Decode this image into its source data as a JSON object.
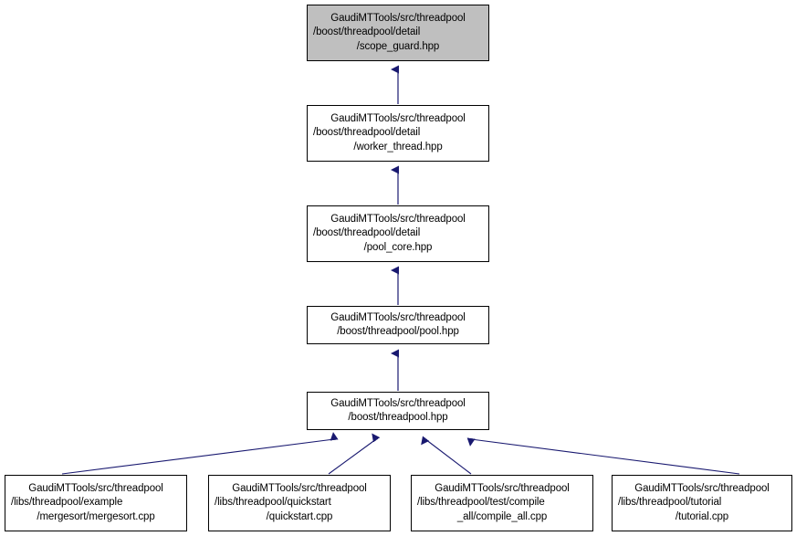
{
  "graph": {
    "type": "include-dependency-graph",
    "direction": "bottom-to-top",
    "background_color": "#ffffff",
    "edge_color": "#191970",
    "node_border_color": "#000000",
    "node_fill_color": "#ffffff",
    "root_node_fill_color": "#bfbfbf",
    "nodes": [
      {
        "id": "scope_guard",
        "is_root": true,
        "lines": [
          "GaudiMTTools/src/threadpool",
          "/boost/threadpool/detail",
          "/scope_guard.hpp"
        ],
        "full_path": "GaudiMTTools/src/threadpool/boost/threadpool/detail/scope_guard.hpp"
      },
      {
        "id": "worker_thread",
        "is_root": false,
        "lines": [
          "GaudiMTTools/src/threadpool",
          "/boost/threadpool/detail",
          "/worker_thread.hpp"
        ],
        "full_path": "GaudiMTTools/src/threadpool/boost/threadpool/detail/worker_thread.hpp"
      },
      {
        "id": "pool_core",
        "is_root": false,
        "lines": [
          "GaudiMTTools/src/threadpool",
          "/boost/threadpool/detail",
          "/pool_core.hpp"
        ],
        "full_path": "GaudiMTTools/src/threadpool/boost/threadpool/detail/pool_core.hpp"
      },
      {
        "id": "pool_hpp",
        "is_root": false,
        "lines": [
          "GaudiMTTools/src/threadpool",
          "/boost/threadpool/pool.hpp"
        ],
        "full_path": "GaudiMTTools/src/threadpool/boost/threadpool/pool.hpp"
      },
      {
        "id": "threadpool_hpp",
        "is_root": false,
        "lines": [
          "GaudiMTTools/src/threadpool",
          "/boost/threadpool.hpp"
        ],
        "full_path": "GaudiMTTools/src/threadpool/boost/threadpool.hpp"
      },
      {
        "id": "mergesort_cpp",
        "is_root": false,
        "lines": [
          "GaudiMTTools/src/threadpool",
          "/libs/threadpool/example",
          "/mergesort/mergesort.cpp"
        ],
        "full_path": "GaudiMTTools/src/threadpool/libs/threadpool/example/mergesort/mergesort.cpp"
      },
      {
        "id": "quickstart_cpp",
        "is_root": false,
        "lines": [
          "GaudiMTTools/src/threadpool",
          "/libs/threadpool/quickstart",
          "/quickstart.cpp"
        ],
        "full_path": "GaudiMTTools/src/threadpool/libs/threadpool/quickstart/quickstart.cpp"
      },
      {
        "id": "compile_all_cpp",
        "is_root": false,
        "lines": [
          "GaudiMTTools/src/threadpool",
          "/libs/threadpool/test/compile",
          "_all/compile_all.cpp"
        ],
        "full_path": "GaudiMTTools/src/threadpool/libs/threadpool/test/compile_all/compile_all.cpp"
      },
      {
        "id": "tutorial_cpp",
        "is_root": false,
        "lines": [
          "GaudiMTTools/src/threadpool",
          "/libs/threadpool/tutorial",
          "/tutorial.cpp"
        ],
        "full_path": "GaudiMTTools/src/threadpool/libs/threadpool/tutorial/tutorial.cpp"
      }
    ],
    "edges": [
      {
        "from": "worker_thread",
        "to": "scope_guard"
      },
      {
        "from": "pool_core",
        "to": "worker_thread"
      },
      {
        "from": "pool_hpp",
        "to": "pool_core"
      },
      {
        "from": "threadpool_hpp",
        "to": "pool_hpp"
      },
      {
        "from": "mergesort_cpp",
        "to": "threadpool_hpp"
      },
      {
        "from": "quickstart_cpp",
        "to": "threadpool_hpp"
      },
      {
        "from": "compile_all_cpp",
        "to": "threadpool_hpp"
      },
      {
        "from": "tutorial_cpp",
        "to": "threadpool_hpp"
      }
    ]
  }
}
